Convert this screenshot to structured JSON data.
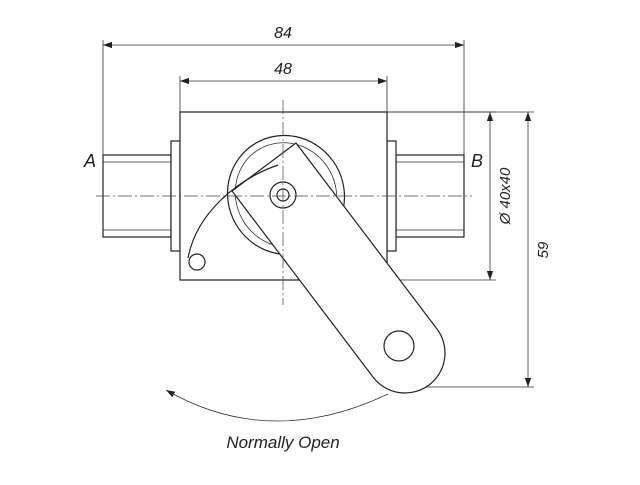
{
  "dimensions": {
    "overall_width": "84",
    "body_width": "48",
    "body_size": "Ø 40x40",
    "height": "59"
  },
  "ports": {
    "inlet": "A",
    "outlet": "B"
  },
  "caption": "Normally Open"
}
